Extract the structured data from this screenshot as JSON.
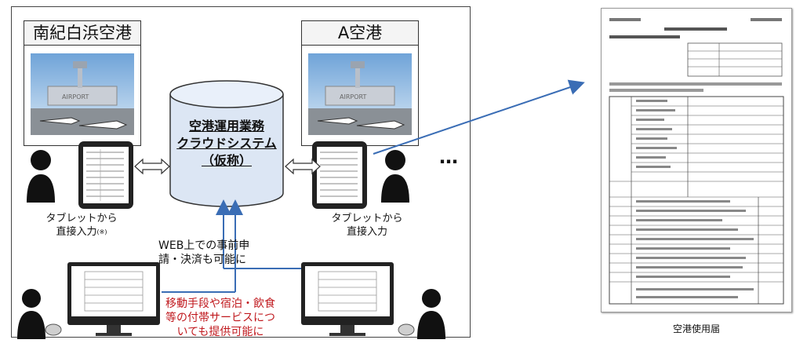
{
  "site_left": {
    "title": "南紀白浜空港",
    "caption_line1": "タブレットから",
    "caption_line2": "直接入力",
    "caption_note": "(※)"
  },
  "site_right": {
    "title": "A空港",
    "caption_line1": "タブレットから",
    "caption_line2": "直接入力"
  },
  "cloud": {
    "line1": "空港運用業務",
    "line2": "クラウドシステム",
    "line3": "（仮称）"
  },
  "ellipsis": "…",
  "web_note": {
    "line1": "WEB上での事前申",
    "line2": "請・決済も可能に"
  },
  "service_note": {
    "line1": "移動手段や宿泊・飲食",
    "line2": "等の付帯サービスにつ",
    "line3": "いても提供可能に"
  },
  "form_caption": "空港使用届",
  "colors": {
    "arrow_blue": "#3a6db5",
    "cloud_fill": "#dce6f4",
    "red_text": "#c0191e"
  }
}
